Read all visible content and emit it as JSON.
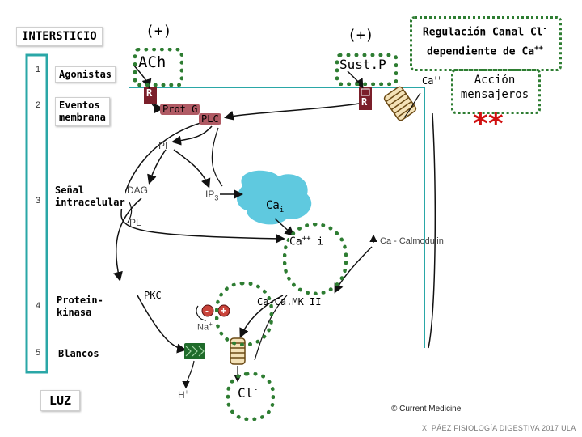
{
  "left_panel": {
    "title": "INTERSTICIO",
    "steps": [
      {
        "num": "1",
        "label": "Agonistas"
      },
      {
        "num": "2",
        "label_line1": "Eventos",
        "label_line2": "membrana"
      },
      {
        "num": "3",
        "label_line1": "Señal",
        "label_line2": "intracelular"
      },
      {
        "num": "4",
        "label_line1": "Protein-",
        "label_line2": "kinasa"
      },
      {
        "num": "5",
        "label": "Blancos"
      }
    ],
    "footer": "LUZ"
  },
  "agonists": {
    "plus_left": "(+)",
    "ach": "ACh",
    "plus_right": "(+)",
    "sust_p": "Sust.P",
    "receptor_left": "R",
    "receptor_right": "R"
  },
  "membrane": {
    "prot_g": "Prot G",
    "plc": "PLC",
    "pi": "PI"
  },
  "signal": {
    "dag": "DAG",
    "ip3_main": "IP",
    "ip3_sub": "3",
    "ca_main": "Ca",
    "ca_sub": "i",
    "pl": "PL",
    "ca_i_main": "Ca",
    "ca_i_sup": "++",
    "ca_i_suffix": "i",
    "ca_calmodulin": "Ca - Calmodulin"
  },
  "kinase": {
    "pkc": "PKC",
    "camk": "Ca-Ca.MK II",
    "minus": "-",
    "plus": "+",
    "na": "Na",
    "na_sup": "+"
  },
  "targets": {
    "h_main": "H",
    "h_sup": "+",
    "cl_main": "Cl",
    "cl_sup": "-"
  },
  "regulation_box": {
    "line1_text": "Regulación Canal Cl",
    "line1_sup": "-",
    "line2_text": "dependiente de Ca",
    "line2_sup": "++"
  },
  "ca_top": {
    "main": "Ca",
    "sup": "++"
  },
  "accion_box": {
    "line1": "Acción",
    "line2": "mensajeros"
  },
  "stars": "**",
  "credit": "© Current Medicine",
  "footer_credit": "X. PÁEZ   FISIOLOGÍA DIGESTIVA 2017  ULA",
  "colors": {
    "green_dotted": "#2e7d32",
    "receptor_fill": "#7b1f2a",
    "red_stars": "#d01010",
    "cyan_blob": "#5fc9df",
    "channel_green": "#1f6b2a",
    "cell_border": "#2aa7a7"
  }
}
